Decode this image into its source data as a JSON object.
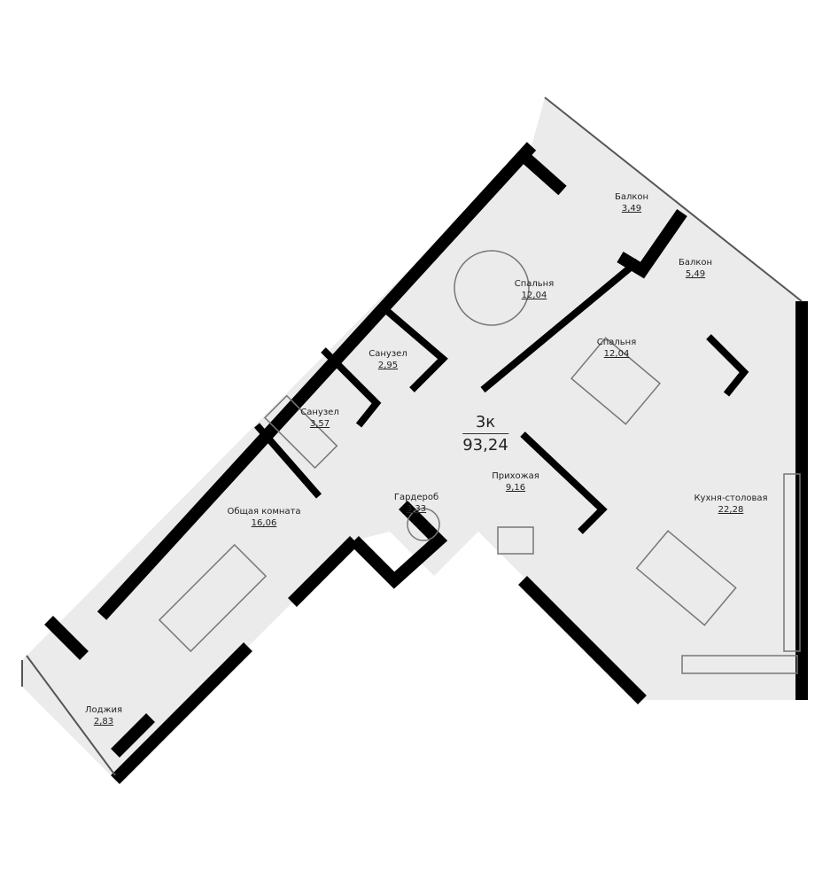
{
  "plan": {
    "type": "3к",
    "total_area": "93,24",
    "rooms": [
      {
        "id": "balcony-1",
        "name": "Балкон",
        "area": "3,49"
      },
      {
        "id": "balcony-2",
        "name": "Балкон",
        "area": "5,49"
      },
      {
        "id": "bedroom-1",
        "name": "Спальня",
        "area": "12,04"
      },
      {
        "id": "bedroom-2",
        "name": "Спальня",
        "area": "12,04"
      },
      {
        "id": "bathroom-1",
        "name": "Санузел",
        "area": "2,95"
      },
      {
        "id": "bathroom-2",
        "name": "Санузел",
        "area": "3,57"
      },
      {
        "id": "hallway",
        "name": "Прихожая",
        "area": "9,16"
      },
      {
        "id": "wardrobe",
        "name": "Гардероб",
        "area": "3,33"
      },
      {
        "id": "living-room",
        "name": "Общая комната",
        "area": "16,06"
      },
      {
        "id": "kitchen-dining",
        "name": "Кухня-столовая",
        "area": "22,28"
      },
      {
        "id": "loggia",
        "name": "Лоджия",
        "area": "2,83"
      }
    ]
  },
  "colors": {
    "floor": "#ebebeb",
    "wall": "#000000",
    "furniture_stroke": "#777777"
  }
}
